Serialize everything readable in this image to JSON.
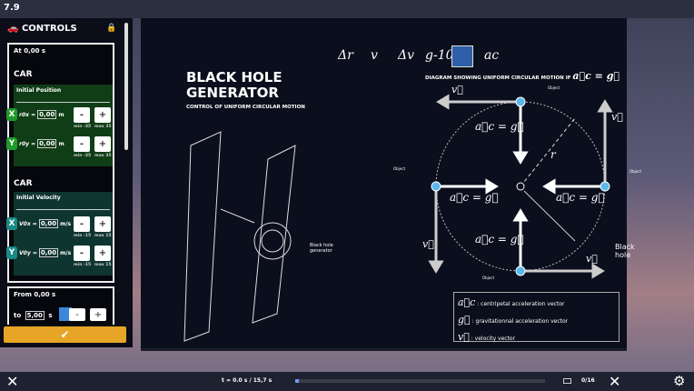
{
  "version": "7.9",
  "controls": {
    "title": "CONTROLS",
    "at_label": "At 0,00 s",
    "position": {
      "object": "CAR",
      "section": "Initial Position",
      "x_badge": "X",
      "y_badge": "Y",
      "x_label": "r0x =",
      "y_label": "r0y =",
      "x_value": "0,00",
      "y_value": "0,00",
      "unit": "m",
      "min": "min -35",
      "max": "max 35"
    },
    "velocity": {
      "object": "CAR",
      "section": "Initial Velocity",
      "x_badge": "X",
      "y_badge": "Y",
      "x_label": "V0x =",
      "y_label": "V0y =",
      "x_value": "0,00",
      "y_value": "0,00",
      "unit": "m/s",
      "min": "min -15",
      "max": "max 15"
    },
    "time": {
      "from_label": "From 0,00 s",
      "to_label": "to",
      "to_value": "5,00",
      "unit": "s"
    },
    "minus": "-",
    "plus": "+",
    "confirm": "✔",
    "lock": "🔒",
    "car_icon": "car-icon"
  },
  "toolbar": {
    "items": [
      "Δr",
      "v",
      "Δv",
      "g-10",
      "ac"
    ],
    "active": "circular-motion-icon"
  },
  "slide": {
    "title_line1": "BLACK HOLE",
    "title_line2": "GENERATOR",
    "subtitle": "CONTROL OF UNIFORM CIRCULAR MOTION",
    "generator_label": [
      "Black hole",
      "generator"
    ],
    "diagram_title": "DIAGRAM SHOWING UNIFORM CIRCULAR MOTION IF",
    "diagram_eq": "a⃗c = g⃗",
    "object_label": "Object",
    "blackhole_label": "Black hole",
    "r_label": "r",
    "v_label": "v⃗",
    "ac_eq": "a⃗c = g⃗",
    "legend": [
      {
        "sym": "a⃗c",
        "text": ": centripetal acceleration vector"
      },
      {
        "sym": "g⃗",
        "text": ": gravitationnal acceleration vector"
      },
      {
        "sym": "v⃗",
        "text": ": velocity vector"
      }
    ]
  },
  "bottom": {
    "time": "t =  0.0  s /  15,7  s",
    "progress": 0.0,
    "page": "0/16",
    "close": "✕",
    "settings": "⚙"
  },
  "colors": {
    "accent": "#e6a526",
    "green": "#1f9a2a",
    "teal": "#1a8a86",
    "object": "#5bb8ec"
  }
}
